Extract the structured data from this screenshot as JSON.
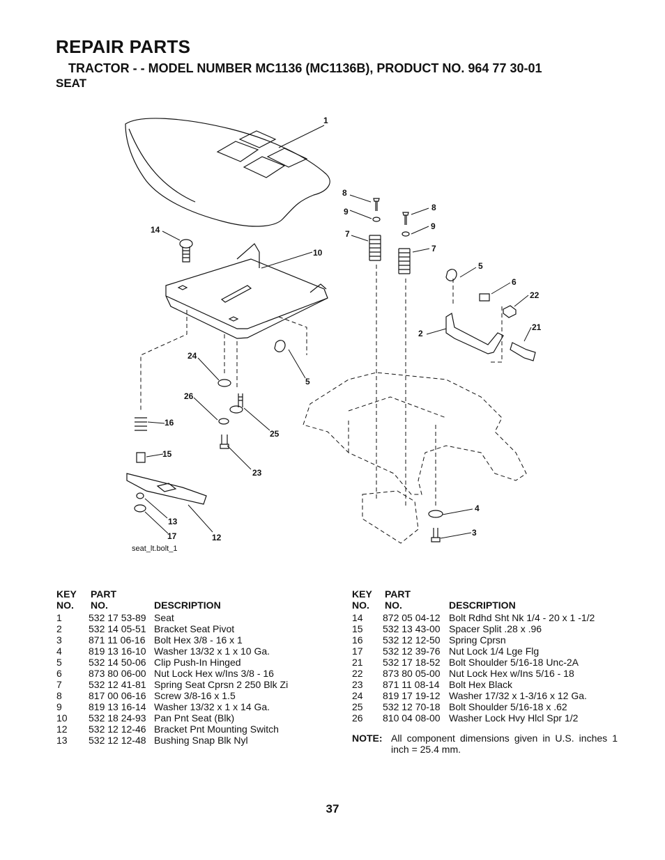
{
  "header": {
    "title": "REPAIR PARTS",
    "subtitle": "TRACTOR - - MODEL NUMBER MC1136 (MC1136B), PRODUCT NO. 964 77 30-01",
    "section": "SEAT"
  },
  "diagram": {
    "file_label": "seat_lt.bolt_1",
    "callouts": [
      "1",
      "8",
      "9",
      "8",
      "7",
      "9",
      "14",
      "10",
      "7",
      "5",
      "6",
      "22",
      "2",
      "21",
      "24",
      "5",
      "26",
      "16",
      "25",
      "15",
      "23",
      "4",
      "13",
      "17",
      "12",
      "3"
    ]
  },
  "table": {
    "headers": {
      "key_top": "KEY",
      "key_bottom": "NO.",
      "part_top": "PART",
      "part_bottom": "NO.",
      "description": "DESCRIPTION"
    },
    "left_rows": [
      {
        "key": "1",
        "part": "532 17 53-89",
        "desc": "Seat"
      },
      {
        "key": "2",
        "part": "532 14 05-51",
        "desc": "Bracket Seat Pivot"
      },
      {
        "key": "3",
        "part": "871 11 06-16",
        "desc": "Bolt Hex 3/8 - 16 x 1"
      },
      {
        "key": "4",
        "part": "819 13 16-10",
        "desc": "Washer 13/32 x 1 x 10 Ga."
      },
      {
        "key": "5",
        "part": "532 14 50-06",
        "desc": "Clip Push-In Hinged"
      },
      {
        "key": "6",
        "part": "873 80 06-00",
        "desc": "Nut Lock Hex w/Ins 3/8 - 16"
      },
      {
        "key": "7",
        "part": "532 12 41-81",
        "desc": "Spring Seat Cprsn 2 250 Blk Zi"
      },
      {
        "key": "8",
        "part": "817 00 06-16",
        "desc": "Screw 3/8-16 x 1.5"
      },
      {
        "key": "9",
        "part": "819 13 16-14",
        "desc": "Washer 13/32 x 1 x 14 Ga."
      },
      {
        "key": "10",
        "part": "532 18 24-93",
        "desc": "Pan Pnt Seat (Blk)"
      },
      {
        "key": "12",
        "part": "532 12 12-46",
        "desc": "Bracket Pnt Mounting Switch"
      },
      {
        "key": "13",
        "part": "532 12 12-48",
        "desc": "Bushing Snap Blk Nyl"
      }
    ],
    "right_rows": [
      {
        "key": "14",
        "part": "872 05 04-12",
        "desc": "Bolt Rdhd Sht Nk 1/4 - 20 x 1 -1/2"
      },
      {
        "key": "15",
        "part": "532 13 43-00",
        "desc": "Spacer Split .28 x .96"
      },
      {
        "key": "16",
        "part": "532 12 12-50",
        "desc": "Spring Cprsn"
      },
      {
        "key": "17",
        "part": "532 12 39-76",
        "desc": "Nut Lock 1/4 Lge Flg"
      },
      {
        "key": "21",
        "part": "532 17 18-52",
        "desc": "Bolt Shoulder 5/16-18 Unc-2A"
      },
      {
        "key": "22",
        "part": "873 80 05-00",
        "desc": "Nut Lock Hex w/Ins 5/16 - 18"
      },
      {
        "key": "23",
        "part": "871 11 08-14",
        "desc": "Bolt Hex Black"
      },
      {
        "key": "24",
        "part": "819 17 19-12",
        "desc": "Washer 17/32 x 1-3/16 x 12 Ga."
      },
      {
        "key": "25",
        "part": "532 12 70-18",
        "desc": "Bolt Shoulder 5/16-18 x .62"
      },
      {
        "key": "26",
        "part": "810 04 08-00",
        "desc": "Washer Lock Hvy Hlcl Spr 1/2"
      }
    ]
  },
  "note": {
    "label": "NOTE:",
    "text": "All component dimensions given in U.S. inches 1 inch = 25.4 mm."
  },
  "page_number": "37"
}
